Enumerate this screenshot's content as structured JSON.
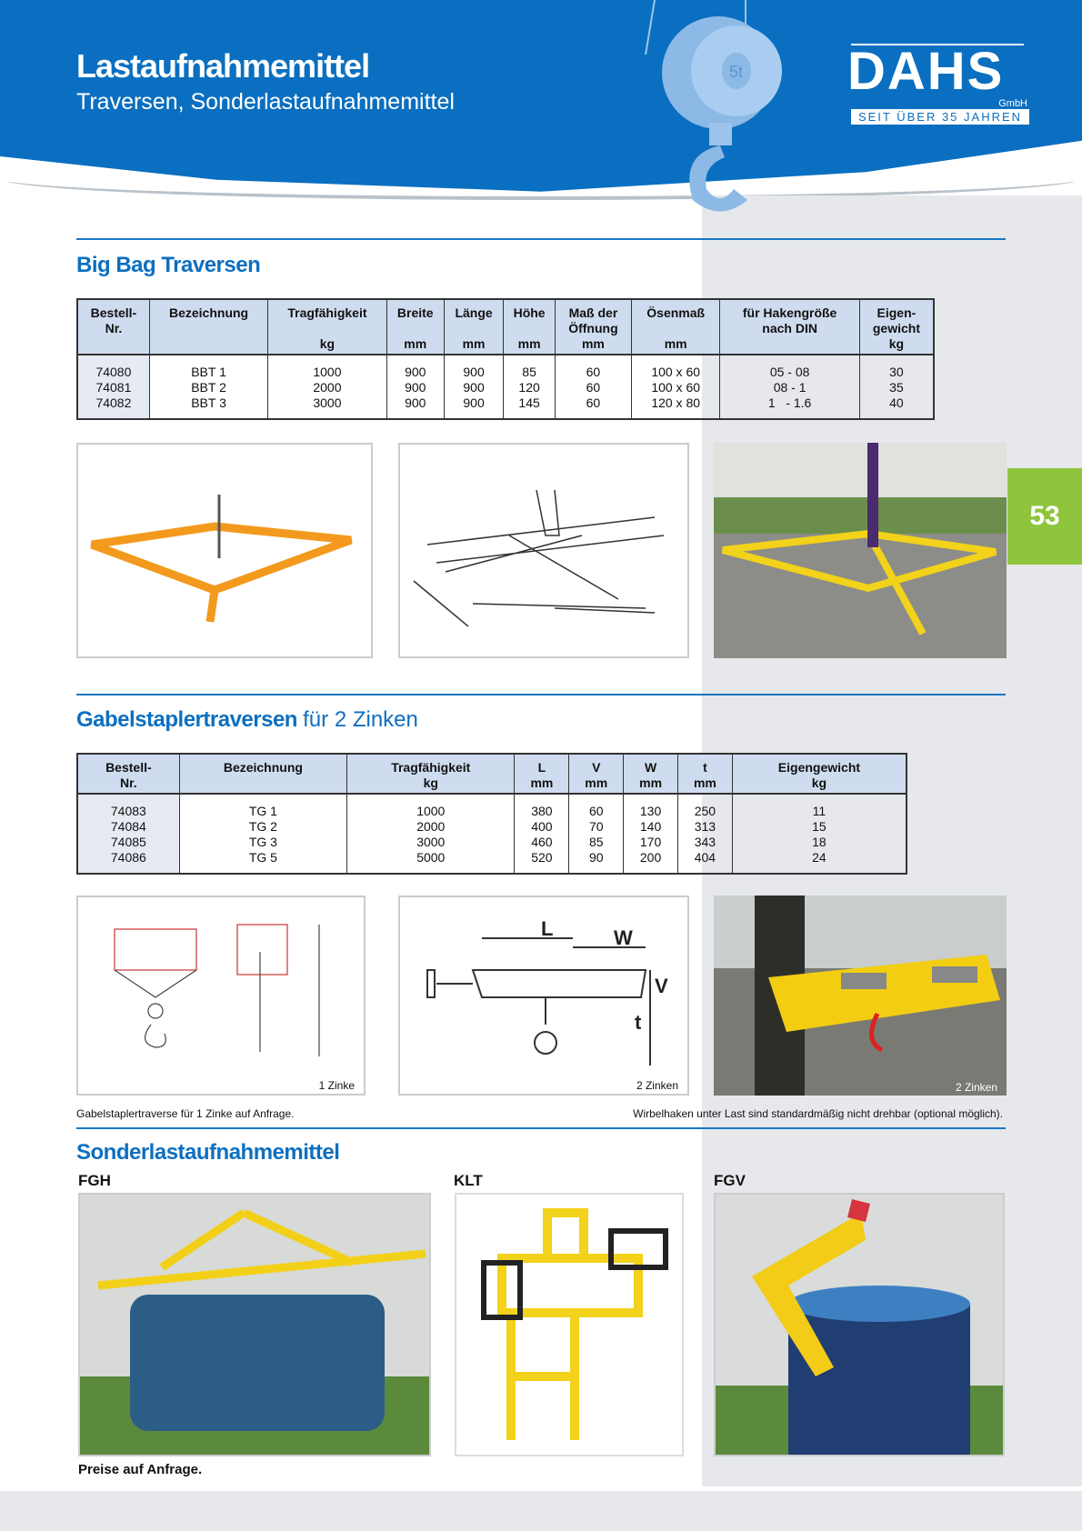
{
  "header": {
    "title": "Lastaufnahmemittel",
    "subtitle": "Traversen, Sonderlastaufnahmemittel",
    "logo_text": "DAHS",
    "logo_gmbh": "GmbH",
    "logo_tagline": "SEIT ÜBER 35 JAHREN",
    "hook_label": "5t"
  },
  "page_number": "53",
  "section1": {
    "title": "Big Bag Traversen",
    "headers": [
      [
        "Bestell-",
        "Nr.",
        ""
      ],
      [
        "Bezeichnung",
        "",
        ""
      ],
      [
        "Tragfähigkeit",
        "",
        "kg"
      ],
      [
        "Breite",
        "",
        "mm"
      ],
      [
        "Länge",
        "",
        "mm"
      ],
      [
        "Höhe",
        "",
        "mm"
      ],
      [
        "Maß der",
        "Öffnung",
        "mm"
      ],
      [
        "Ösenmaß",
        "",
        "mm"
      ],
      [
        "für Hakengröße",
        "nach DIN",
        ""
      ],
      [
        "Eigen-",
        "gewicht",
        "kg"
      ]
    ],
    "rows": [
      [
        "74080",
        "BBT 1",
        "1000",
        "900",
        "900",
        "85",
        "60",
        "100 x 60",
        "05 - 08",
        "30"
      ],
      [
        "74081",
        "BBT 2",
        "2000",
        "900",
        "900",
        "120",
        "60",
        "100 x 60",
        "08 - 1",
        "35"
      ],
      [
        "74082",
        "BBT 3",
        "3000",
        "900",
        "900",
        "145",
        "60",
        "120 x 80",
        "1   - 1.6",
        "40"
      ]
    ]
  },
  "section2": {
    "title": "Gabelstaplertraversen",
    "title_suffix": "für 2 Zinken",
    "headers": [
      [
        "Bestell-",
        "Nr."
      ],
      [
        "Bezeichnung",
        ""
      ],
      [
        "Tragfähigkeit",
        "kg"
      ],
      [
        "L",
        "mm"
      ],
      [
        "V",
        "mm"
      ],
      [
        "W",
        "mm"
      ],
      [
        "t",
        "mm"
      ],
      [
        "Eigengewicht",
        "kg"
      ]
    ],
    "rows": [
      [
        "74083",
        "TG 1",
        "1000",
        "380",
        "60",
        "130",
        "250",
        "11"
      ],
      [
        "74084",
        "TG 2",
        "2000",
        "400",
        "70",
        "140",
        "313",
        "15"
      ],
      [
        "74085",
        "TG 3",
        "3000",
        "460",
        "85",
        "170",
        "343",
        "18"
      ],
      [
        "74086",
        "TG 5",
        "5000",
        "520",
        "90",
        "200",
        "404",
        "24"
      ]
    ],
    "image_captions": [
      "1 Zinke",
      "2 Zinken",
      "2 Zinken"
    ],
    "diagram_labels": [
      "L",
      "W",
      "V",
      "t"
    ],
    "note_left": "Gabelstaplertraverse für 1 Zinke auf Anfrage.",
    "note_right": "Wirbelhaken unter Last sind standardmäßig nicht drehbar (optional möglich)."
  },
  "section3": {
    "title": "Sonderlastaufnahmemittel",
    "products": [
      "FGH",
      "KLT",
      "FGV"
    ],
    "footer_note": "Preise auf Anfrage."
  }
}
